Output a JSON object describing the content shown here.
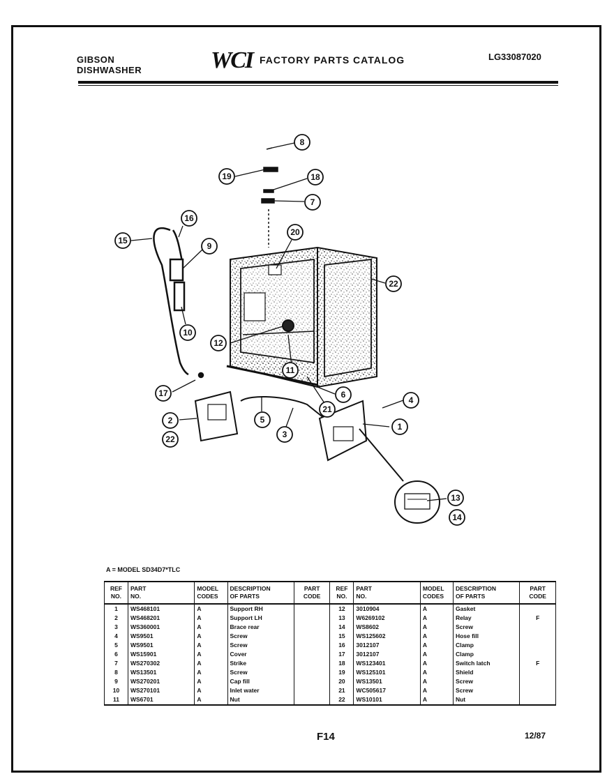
{
  "header": {
    "brand_line1": "GIBSON",
    "brand_line2": "DISHWASHER",
    "logo": "WCI",
    "catalog_title": "FACTORY PARTS CATALOG",
    "doc_id": "LG33087020"
  },
  "diagram": {
    "callouts": [
      "8",
      "19",
      "18",
      "7",
      "16",
      "15",
      "9",
      "10",
      "20",
      "22",
      "12",
      "11",
      "17",
      "21",
      "6",
      "4",
      "2",
      "22",
      "5",
      "3",
      "1",
      "13",
      "14"
    ]
  },
  "model_note": "A = MODEL SD34D7*TLC",
  "table": {
    "headers": {
      "ref": [
        "REF",
        "NO."
      ],
      "part": [
        "PART",
        "NO."
      ],
      "model": [
        "MODEL",
        "CODES"
      ],
      "desc": [
        "DESCRIPTION",
        "OF PARTS"
      ],
      "code": [
        "PART",
        "CODE"
      ]
    },
    "rows": [
      {
        "l_ref": "1",
        "l_part": "WS468101",
        "l_model": "A",
        "l_desc": "Support RH",
        "l_code": "",
        "r_ref": "12",
        "r_part": "3010904",
        "r_model": "A",
        "r_desc": "Gasket",
        "r_code": ""
      },
      {
        "l_ref": "2",
        "l_part": "WS468201",
        "l_model": "A",
        "l_desc": "Support LH",
        "l_code": "",
        "r_ref": "13",
        "r_part": "W6269102",
        "r_model": "A",
        "r_desc": "Relay",
        "r_code": "F"
      },
      {
        "l_ref": "3",
        "l_part": "WS360001",
        "l_model": "A",
        "l_desc": "Brace rear",
        "l_code": "",
        "r_ref": "14",
        "r_part": "WS8602",
        "r_model": "A",
        "r_desc": "Screw",
        "r_code": ""
      },
      {
        "l_ref": "4",
        "l_part": "WS9501",
        "l_model": "A",
        "l_desc": "Screw",
        "l_code": "",
        "r_ref": "15",
        "r_part": "WS125602",
        "r_model": "A",
        "r_desc": "Hose fill",
        "r_code": ""
      },
      {
        "l_ref": "5",
        "l_part": "WS9501",
        "l_model": "A",
        "l_desc": "Screw",
        "l_code": "",
        "r_ref": "16",
        "r_part": "3012107",
        "r_model": "A",
        "r_desc": "Clamp",
        "r_code": ""
      },
      {
        "l_ref": "6",
        "l_part": "WS15901",
        "l_model": "A",
        "l_desc": "Cover",
        "l_code": "",
        "r_ref": "17",
        "r_part": "3012107",
        "r_model": "A",
        "r_desc": "Clamp",
        "r_code": ""
      },
      {
        "l_ref": "7",
        "l_part": "WS270302",
        "l_model": "A",
        "l_desc": "Strike",
        "l_code": "",
        "r_ref": "18",
        "r_part": "WS123401",
        "r_model": "A",
        "r_desc": "Switch latch",
        "r_code": "F"
      },
      {
        "l_ref": "8",
        "l_part": "WS13501",
        "l_model": "A",
        "l_desc": "Screw",
        "l_code": "",
        "r_ref": "19",
        "r_part": "WS125101",
        "r_model": "A",
        "r_desc": "Shield",
        "r_code": ""
      },
      {
        "l_ref": "9",
        "l_part": "WS270201",
        "l_model": "A",
        "l_desc": "Cap fill",
        "l_code": "",
        "r_ref": "20",
        "r_part": "WS13501",
        "r_model": "A",
        "r_desc": "Screw",
        "r_code": ""
      },
      {
        "l_ref": "10",
        "l_part": "WS270101",
        "l_model": "A",
        "l_desc": "Inlet water",
        "l_code": "",
        "r_ref": "21",
        "r_part": "WC505617",
        "r_model": "A",
        "r_desc": "Screw",
        "r_code": ""
      },
      {
        "l_ref": "11",
        "l_part": "WS6701",
        "l_model": "A",
        "l_desc": "Nut",
        "l_code": "",
        "r_ref": "22",
        "r_part": "WS10101",
        "r_model": "A",
        "r_desc": "Nut",
        "r_code": ""
      }
    ]
  },
  "footer": {
    "page": "F14",
    "date": "12/87"
  }
}
